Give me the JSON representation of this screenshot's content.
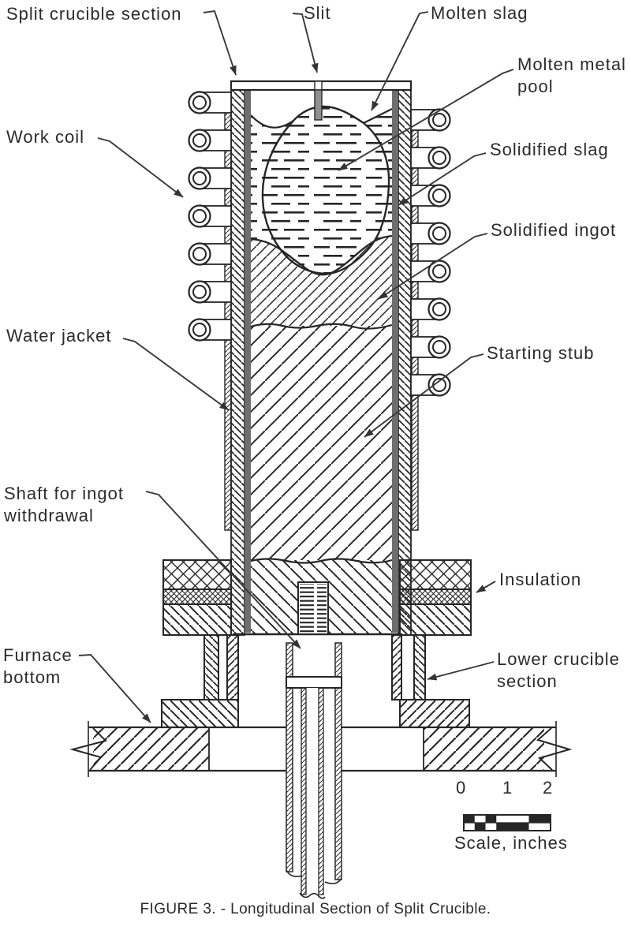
{
  "labels": {
    "split_crucible_section": "Split crucible section",
    "slit": "Slit",
    "molten_slag": "Molten slag",
    "molten_metal_pool_line1": "Molten metal",
    "molten_metal_pool_line2": "pool",
    "solidified_slag": "Solidified slag",
    "solidified_ingot": "Solidified ingot",
    "starting_stub": "Starting stub",
    "work_coil": "Work coil",
    "water_jacket": "Water jacket",
    "shaft_line1": "Shaft for ingot",
    "shaft_line2": "withdrawal",
    "insulation": "Insulation",
    "furnace_bottom_line1": "Furnace",
    "furnace_bottom_line2": "bottom",
    "lower_crucible_line1": "Lower crucible",
    "lower_crucible_line2": "section"
  },
  "scale": {
    "tick0": "0",
    "tick1": "1",
    "tick2": "2",
    "caption": "Scale, inches"
  },
  "figure_caption": "FIGURE 3. - Longitudinal Section of Split Crucible.",
  "colors": {
    "ink": "#262626",
    "slag_layer": "#6e6e6e",
    "slit_fill": "#909090",
    "background": "#ffffff"
  }
}
